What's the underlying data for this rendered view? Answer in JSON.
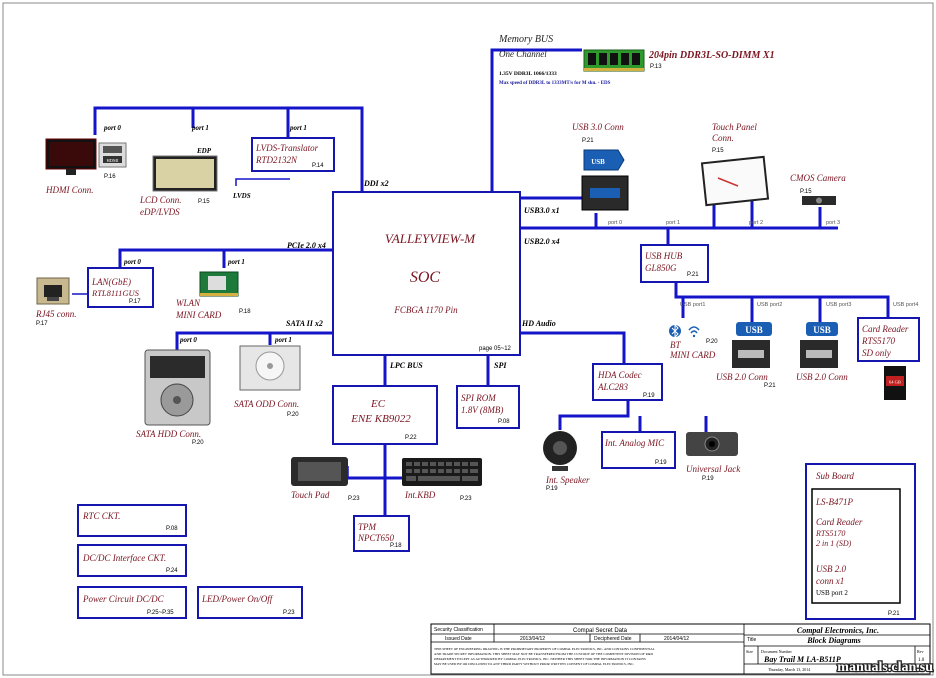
{
  "soc": {
    "name": "VALLEYVIEW-M",
    "type": "SOC",
    "package": "FCBGA 1170 Pin",
    "page": "page 05~12"
  },
  "memory": {
    "bus_title": "Memory BUS",
    "channel": "One Channel",
    "spec": "1.35V DDR3L 1066/1333",
    "note": "Max speed of DDR3L to 1333MT/s for M sku. - EDS",
    "dimm": "204pin DDR3L-SO-DIMM X1",
    "page": "P.13"
  },
  "buses": {
    "ddi": "DDI x2",
    "pcie": "PCIe 2.0 x4",
    "sata": "SATA II x2",
    "lpc": "LPC BUS",
    "spi": "SPI",
    "hda": "HD Audio",
    "usb3": "USB3.0 x1",
    "usb2": "USB2.0 x4",
    "edp": "EDP",
    "lvds": "LVDS"
  },
  "ports": {
    "p0": "port 0",
    "p1": "port 1",
    "p2": "port 2",
    "p3": "port 3",
    "usb_port1": "USB port1",
    "usb_port2": "USB port2",
    "usb_port3": "USB port3",
    "usb_port4": "USB port4"
  },
  "hdmi": {
    "label": "HDMI Conn.",
    "page": "P.16",
    "logo": "HDMI"
  },
  "lcd": {
    "line1": "LCD Conn.",
    "line2": "eDP/LVDS",
    "page": "P.15"
  },
  "lvds_tr": {
    "line1": "LVDS-Translator",
    "line2": "RTD2132N",
    "page": "P.14"
  },
  "lan": {
    "line1": "LAN(GbE)",
    "line2": "RTL8111GUS",
    "page": "P.17"
  },
  "rj45": {
    "label": "RJ45 conn.",
    "page": "P.17"
  },
  "wlan": {
    "line1": "WLAN",
    "line2": "MINI CARD",
    "page": "P.18"
  },
  "hdd": {
    "label": "SATA HDD Conn.",
    "page": "P.20"
  },
  "odd": {
    "label": "SATA ODD  Conn.",
    "page": "P.20"
  },
  "usb3conn": {
    "label": "USB 3.0 Conn",
    "page": "P.21",
    "logo": "USB"
  },
  "touch_panel": {
    "line1": "Touch Panel",
    "line2": "Conn.",
    "page": "P.15"
  },
  "cmos": {
    "label": "CMOS Camera",
    "page": "P.15"
  },
  "hub": {
    "line1": "USB HUB",
    "line2": "GL850G",
    "page": "P.21"
  },
  "bt": {
    "line1": "BT",
    "line2": "MINI CARD",
    "page": "P.20"
  },
  "usb2a": {
    "label": "USB 2.0 Conn",
    "page": "P.21"
  },
  "usb2b": {
    "label": "USB 2.0 Conn"
  },
  "cardreader": {
    "line1": "Card Reader",
    "line2": "RTS5170",
    "line3": "SD only",
    "sd_mark": "64 GB"
  },
  "hda": {
    "line1": "HDA Codec",
    "line2": "ALC283",
    "page": "P.19"
  },
  "spirom": {
    "line1": "SPI ROM",
    "line2": "1.8V (8MB)",
    "page": "P.08"
  },
  "ec": {
    "line1": "EC",
    "line2": "ENE KB9022",
    "page": "P.22"
  },
  "speaker": {
    "label": "Int. Speaker",
    "page": "P.19"
  },
  "mic": {
    "label": "Int. Analog MIC",
    "page": "P.19"
  },
  "jack": {
    "label": "Universal Jack",
    "page": "P.19"
  },
  "touchpad": {
    "label": "Touch Pad",
    "page": "P.23"
  },
  "kbd": {
    "label": "Int.KBD",
    "page": "P.23"
  },
  "tpm": {
    "line1": "TPM",
    "line2": "NPCT650",
    "page": "P.18"
  },
  "rtc": {
    "label": "RTC CKT.",
    "page": "P.08"
  },
  "dcdc": {
    "label": "DC/DC Interface CKT.",
    "page": "P.24"
  },
  "power": {
    "label": "Power Circuit DC/DC",
    "page": "P.25~P.35"
  },
  "led": {
    "label": "LED/Power On/Off",
    "page": "P.23"
  },
  "subboard": {
    "title": "Sub Board",
    "model": "LS-B471P",
    "cr1": "Card Reader",
    "cr2": "RTS5170",
    "cr3": "2 in 1 (SD)",
    "usb1": "USB 2.0",
    "usb2": "conn x1",
    "usb3": "USB port 2",
    "page": "P.21"
  },
  "titleblock": {
    "sec_label": "Security Classification",
    "sec_value": "Compal Secret Data",
    "issued_label": "Issued Date",
    "issued_value": "2013/04/12",
    "deciphered_label": "Deciphered Date",
    "deciphered_value": "2014/04/12",
    "company": "Compal Electronics, Inc.",
    "title_label": "Title",
    "title": "Block Diagrams",
    "size_label": "Size",
    "docnum_label": "Document Number",
    "rev_label": "Rev",
    "docnum": "Bay Trail M LA-B511P",
    "rev": "1.0",
    "date": "Thursday, March 13, 2014",
    "notice1": "THIS SHEET OF ENGINEERING DRAWING IS THE PROPRIETARY PROPERTY OF COMPAL ELECTRONICS, INC. AND CONTAINS CONFIDENTIAL",
    "notice2": "AND TRADE SECRET INFORMATION. THIS SHEET MAY NOT BE TRANSFERED FROM THE CUSTODY OF THE COMPETENT DIVISION OF R&D",
    "notice3": "DEPARTMENT EXCEPT AS AUTHORIZED BY COMPAL ELECTRONICS, INC. NEITHER THIS SHEET NOR THE INFORMATION IT CONTAINS",
    "notice4": "MAY BE USED BY OR DISCLOSED TO ANY THIRD PARTY WITHOUT PRIOR WRITTEN CONSENT OF COMPAL ELECTRONICS, INC."
  },
  "watermark": "manuals.clan.su"
}
